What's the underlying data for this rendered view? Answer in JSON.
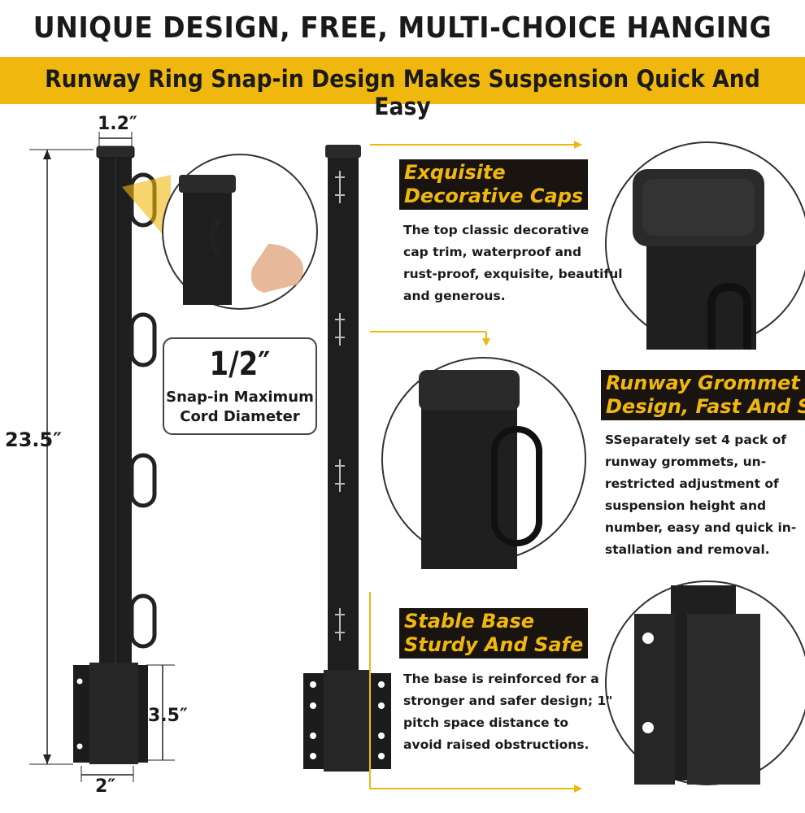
{
  "title": "UNIQUE DESIGN, FREE, MULTI-CHOICE  HANGING",
  "banner": "Runway Ring Snap-in Design Makes Suspension Quick And Easy",
  "dimensions": {
    "top_width": "1.2″",
    "height": "23.5″",
    "base_height": "3.5″",
    "base_width": "2″"
  },
  "callout": {
    "size": "1/2″",
    "line1": "Snap-in Maximum",
    "line2": "Cord Diameter"
  },
  "features": [
    {
      "heading": [
        "Exquisite",
        "Decorative Caps"
      ],
      "body": [
        "The top classic decorative",
        "cap trim, waterproof and",
        "rust-proof, exquisite, beautiful",
        "and generous."
      ]
    },
    {
      "heading": [
        "Runway Grommet",
        "Design, Fast And Safe"
      ],
      "body": [
        "SSeparately set 4 pack of",
        "runway grommets, un-",
        "restricted adjustment of",
        "suspension height and",
        "number, easy and quick in-",
        "stallation and removal."
      ]
    },
    {
      "heading": [
        "Stable Base",
        "Sturdy And Safe"
      ],
      "body": [
        "The base is reinforced for a",
        "stronger and safer design; 1\"",
        "pitch space distance to",
        "avoid raised obstructions."
      ]
    }
  ],
  "colors": {
    "accent": "#f0b80e",
    "dark": "#1a1410",
    "post": "#1e1e1e"
  }
}
